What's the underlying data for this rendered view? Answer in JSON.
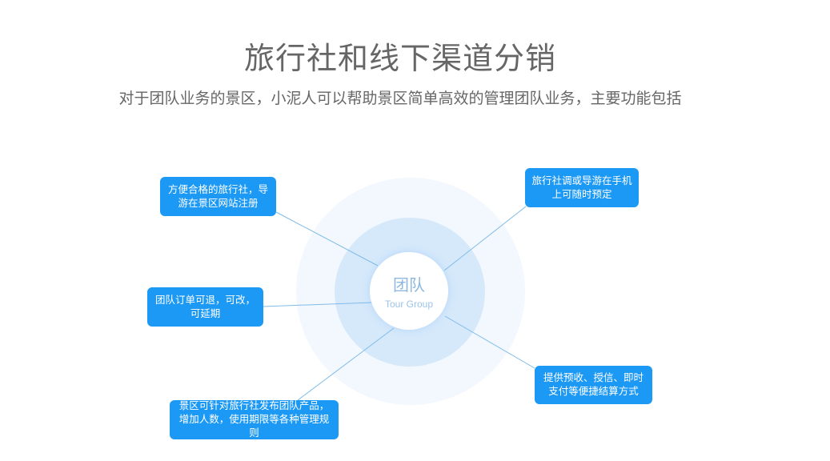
{
  "header": {
    "title": "旅行社和线下渠道分销",
    "subtitle": "对于团队业务的景区，小泥人可以帮助景区简单高效的管理团队业务，主要功能包括"
  },
  "center": {
    "label_cn": "团队",
    "label_en": "Tour Group"
  },
  "features": [
    {
      "text": "方便合格的旅行社，导游在景区网站注册"
    },
    {
      "text": "旅行社调或导游在手机上可随时预定"
    },
    {
      "text": "团队订单可退，可改，可延期"
    },
    {
      "text": "提供预收、授信、即时支付等便捷结算方式"
    },
    {
      "text": "景区可针对旅行社发布团队产品，增加人数，使用期限等各种管理规则"
    }
  ],
  "colors": {
    "accent": "#1c98f5",
    "line": "#7fbbe8",
    "title": "#666666"
  }
}
